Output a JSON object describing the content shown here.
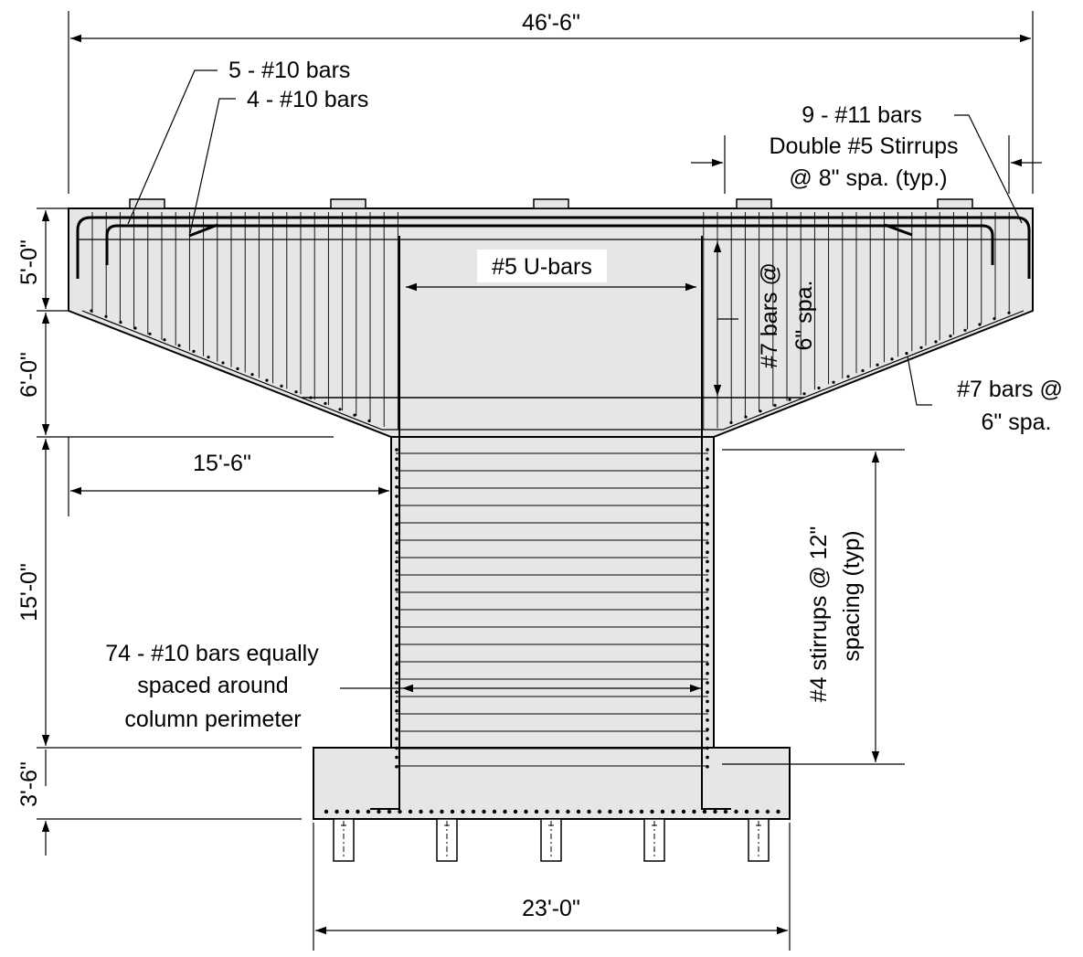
{
  "dimensions": {
    "overall_width": "46'-6\"",
    "cap_depth_upper": "5'-0\"",
    "cap_depth_lower": "6'-0\"",
    "column_height": "15'-0\"",
    "footing_depth": "3'-6\"",
    "cantilever_length": "15'-6\"",
    "footing_width": "23'-0\""
  },
  "annotations": {
    "top_bars_a": "5 - #10 bars",
    "top_bars_b": "4 - #10 bars",
    "top_bars_c": "9 - #11 bars",
    "stirrups_line1": "Double #5 Stirrups",
    "stirrups_line2": "@ 8\" spa. (typ.)",
    "u_bars": "#5 U-bars",
    "side_bars_rot_line1": "#7 bars @",
    "side_bars_rot_line2": "6\" spa.",
    "bottom_bars_line1": "#7 bars @",
    "bottom_bars_line2": "6\" spa.",
    "column_bars_line1": "74 - #10 bars equally",
    "column_bars_line2": "spaced around",
    "column_bars_line3": "column perimeter",
    "column_stirrups_line1": "#4 stirrups @ 12\"",
    "column_stirrups_line2": "spacing (typ)"
  },
  "colors": {
    "concrete_fill": "#e6e6e6",
    "line": "#000000"
  }
}
